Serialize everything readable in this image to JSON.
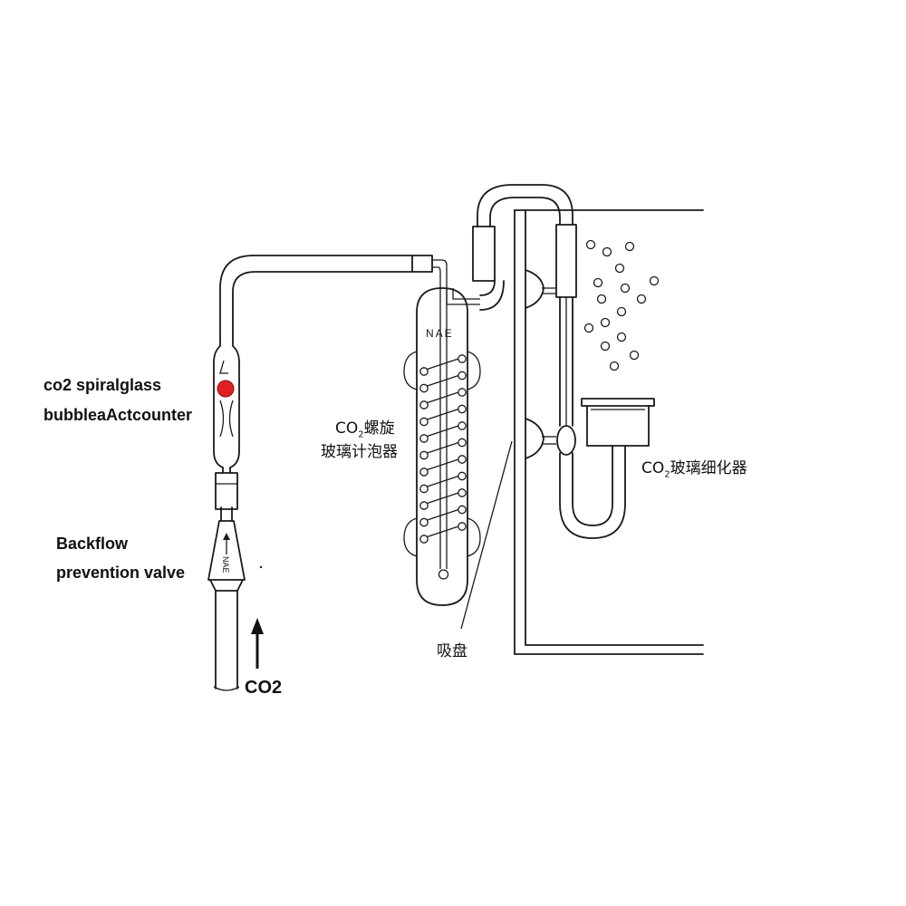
{
  "labels": {
    "bubble_counter_line1": "co2 spiralglass",
    "bubble_counter_line2": "bubbleaActcounter",
    "backflow_line1": "Backflow",
    "backflow_line2": "prevention valve",
    "co2_input": "CO2",
    "spiral_counter_prefix": "CO",
    "spiral_counter_sub": "2",
    "spiral_counter_line1_rest": "螺旋",
    "spiral_counter_line2": "玻璃计泡器",
    "suction_cup": "吸盘",
    "diffuser_prefix": "CO",
    "diffuser_sub": "2",
    "diffuser_rest": "玻璃细化器"
  },
  "brand_mark": "NAE",
  "colors": {
    "line": "#1a1a1a",
    "bubble_ball": "#e02020",
    "background": "#ffffff"
  },
  "icons": {
    "flow_arrow": "up-arrow-icon"
  }
}
